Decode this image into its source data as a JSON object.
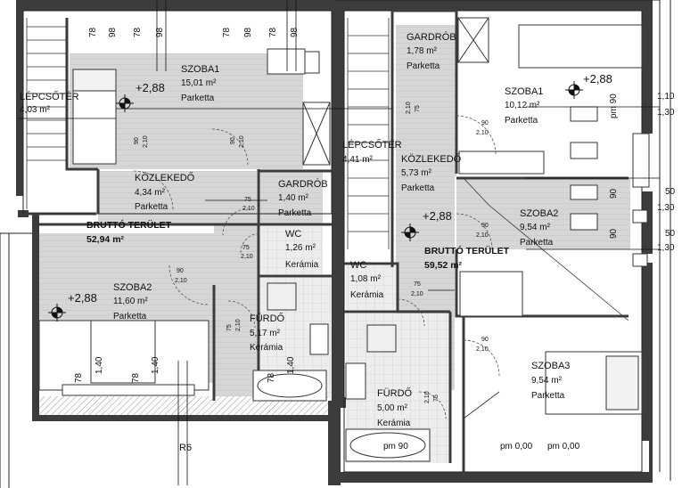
{
  "colors": {
    "wall": "#3c3c3c",
    "floor_hatch": "#cfcfcf",
    "tile": "#e2e2e2",
    "line": "#222222"
  },
  "left_unit": {
    "lepcsoter": {
      "name": "LÉPCSŐTÉR",
      "area": "4,03 m²"
    },
    "szoba1": {
      "name": "SZOBA1",
      "area": "15,01 m²",
      "floor": "Parketta"
    },
    "kozlekedo": {
      "name": "KÖZLEKEDŐ",
      "area": "4,34 m²",
      "floor": "Parketta"
    },
    "gardrob": {
      "name": "GARDRÓB",
      "area": "1,40 m²",
      "floor": "Parketta"
    },
    "wc": {
      "name": "WC",
      "area": "1,26 m²",
      "floor": "Kerámia"
    },
    "furdo": {
      "name": "FÜRDŐ",
      "area": "5,17 m²",
      "floor": "Kerámia"
    },
    "szoba2": {
      "name": "SZOBA2",
      "area": "11,60 m²",
      "floor": "Parketta"
    },
    "brutto": {
      "title": "BRUTTÓ TERÜLET",
      "value": "52,94 m²"
    },
    "elevation_top": "+2,88",
    "elevation_bottom": "+2,88",
    "bottom_label": "R6"
  },
  "right_unit": {
    "gardrob": {
      "name": "GARDRÓB",
      "area": "1,78 m²",
      "floor": "Parketta"
    },
    "szoba1": {
      "name": "SZOBA1",
      "area": "10,12 m²",
      "floor": "Parketta"
    },
    "lepcsoter": {
      "name": "LÉPCSŐTÉR",
      "area": "4,41 m²"
    },
    "kozlekedo": {
      "name": "KÖZLEKEDŐ",
      "area": "5,73 m²",
      "floor": "Parketta"
    },
    "szoba2": {
      "name": "SZOBA2",
      "area": "9,54 m²",
      "floor": "Parketta"
    },
    "wc": {
      "name": "WC",
      "area": "1,08 m²",
      "floor": "Kerámia"
    },
    "furdo": {
      "name": "FÜRDŐ",
      "area": "5,00 m²",
      "floor": "Kerámia"
    },
    "szoba3": {
      "name": "SZOBA3",
      "area": "9,54 m²",
      "floor": "Parketta"
    },
    "brutto": {
      "title": "BRUTTÓ TERÜLET",
      "value": "59,52 m²"
    },
    "elevation_top": "+2,88",
    "elevation_mid": "+2,88",
    "pm_bath": "pm 90",
    "pm_floor_a": "pm 0,00",
    "pm_floor_b": "pm 0,00"
  },
  "dimensions": {
    "d78": "78",
    "d98": "98",
    "d90": "90",
    "d75": "75",
    "d210": "2,10",
    "d140": "1,40",
    "d110": "1,10",
    "d130": "1,30",
    "d50": "50",
    "pm90": "pm 90"
  }
}
